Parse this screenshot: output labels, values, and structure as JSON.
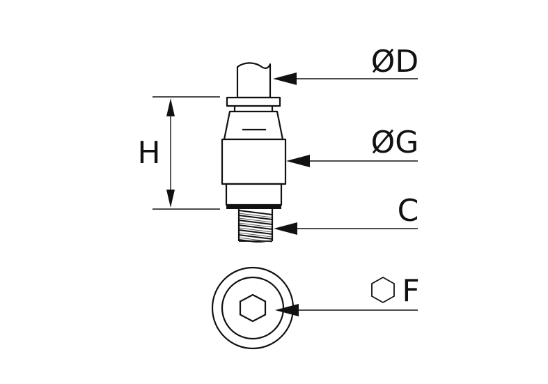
{
  "diagram": {
    "labels": {
      "diameter_d": "ØD",
      "diameter_g": "ØG",
      "height": "H",
      "thread": "C",
      "hex": "F"
    },
    "icons": {
      "hex_symbol": "hexagon-icon"
    },
    "colors": {
      "line": "#111111",
      "background": "#ffffff"
    }
  }
}
